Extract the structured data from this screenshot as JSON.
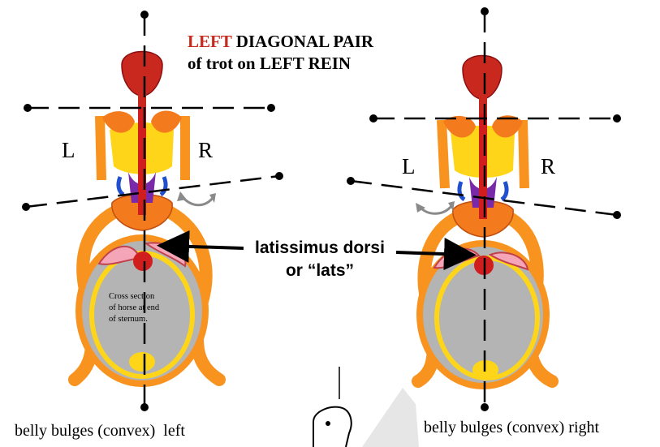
{
  "title": {
    "line1_highlight": "LEFT",
    "line1_rest": " DIAGONAL PAIR",
    "line2": "of trot on LEFT REIN",
    "highlight_color": "#c8281e"
  },
  "left_figure": {
    "side_left": "L",
    "side_right": "R",
    "section_note": [
      "Cross section",
      "of horse at end",
      "of sternum."
    ],
    "caption": "belly bulges (convex)  left"
  },
  "right_figure": {
    "side_left": "L",
    "side_right": "R",
    "caption": "belly bulges (convex) right"
  },
  "muscle_label": {
    "line1": "latissimus dorsi",
    "line2": "or “lats”"
  },
  "colors": {
    "head": "#c8281e",
    "limb": "#f7931e",
    "scapula": "#f47a1e",
    "ribcage": "#ffd51a",
    "belly": "#b4b4b4",
    "muscle": "#f4a6b8",
    "spine": "#d01e1e",
    "blue": "#2050d0"
  }
}
